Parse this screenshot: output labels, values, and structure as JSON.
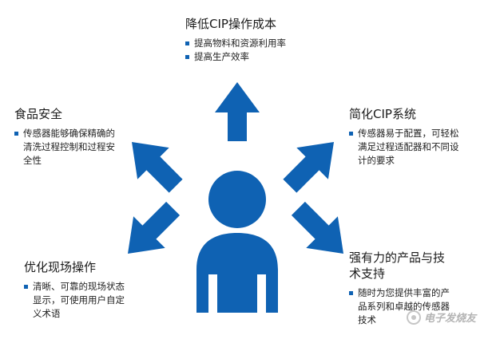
{
  "colors": {
    "accent": "#0f62b3",
    "text": "#222222",
    "watermark": "#b4b4b4"
  },
  "items": [
    {
      "heading": "降低CIP操作成本",
      "bullets": [
        [
          "提高物料和资源利用率"
        ],
        [
          "提高生产效率"
        ]
      ]
    },
    {
      "heading": "食品安全",
      "bullets": [
        [
          "传感器能够确保精确的",
          "清洗过程控制和过程安",
          "全性"
        ]
      ]
    },
    {
      "heading": "简化CIP系统",
      "bullets": [
        [
          "传感器易于配置，可轻松",
          "满足过程适配器和不同设",
          "计的要求"
        ]
      ]
    },
    {
      "heading": "优化现场操作",
      "bullets": [
        [
          "清晰、可靠的现场状态",
          "显示，可使用用户自定",
          "义术语"
        ]
      ]
    },
    {
      "heading": "强有力的产品与技",
      "heading2": "术支持",
      "bullets": [
        [
          "随时为您提供丰富的产",
          "品系列和卓越的传感器",
          "技术"
        ]
      ]
    }
  ],
  "watermark": {
    "icon": "logo-circle-icon",
    "text": "电子发烧友"
  }
}
